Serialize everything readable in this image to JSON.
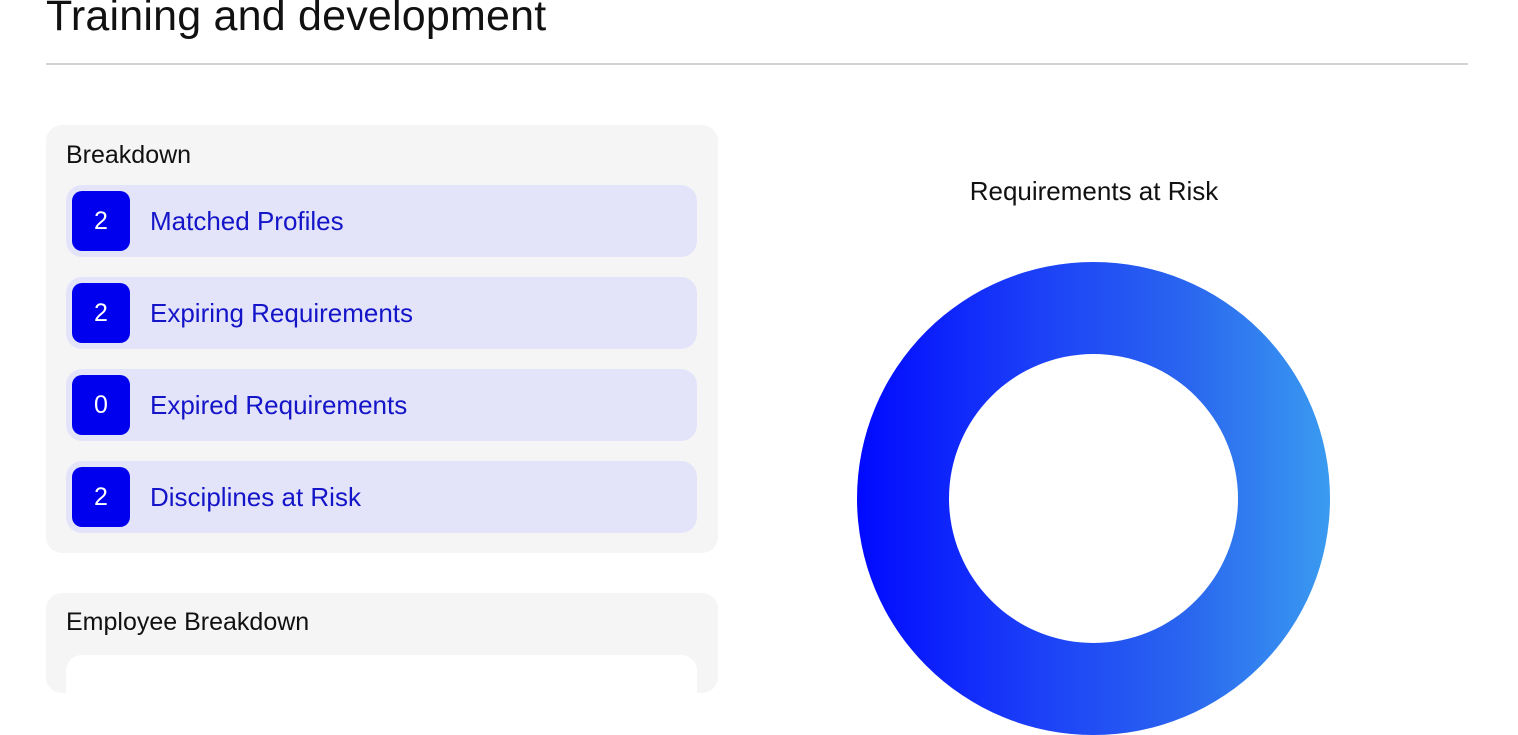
{
  "page": {
    "title": "Training and development"
  },
  "breakdown": {
    "title": "Breakdown",
    "items": [
      {
        "count": "2",
        "label": "Matched Profiles"
      },
      {
        "count": "2",
        "label": "Expiring Requirements"
      },
      {
        "count": "0",
        "label": "Expired Requirements"
      },
      {
        "count": "2",
        "label": "Disciplines at Risk"
      }
    ]
  },
  "employee_breakdown": {
    "title": "Employee Breakdown"
  },
  "chart": {
    "title": "Requirements at Risk",
    "colors": {
      "gradient_start": "#0009ff",
      "gradient_end": "#3a9bf0"
    }
  },
  "chart_data": {
    "type": "pie",
    "title": "Requirements at Risk",
    "variant": "donut",
    "categories": [
      "Requirements at Risk"
    ],
    "values": [
      100
    ],
    "legend": []
  },
  "colors": {
    "accent": "#0000ee",
    "item_background": "#e3e4fa",
    "item_text": "#1414c8",
    "card_background": "#f6f5f6"
  }
}
